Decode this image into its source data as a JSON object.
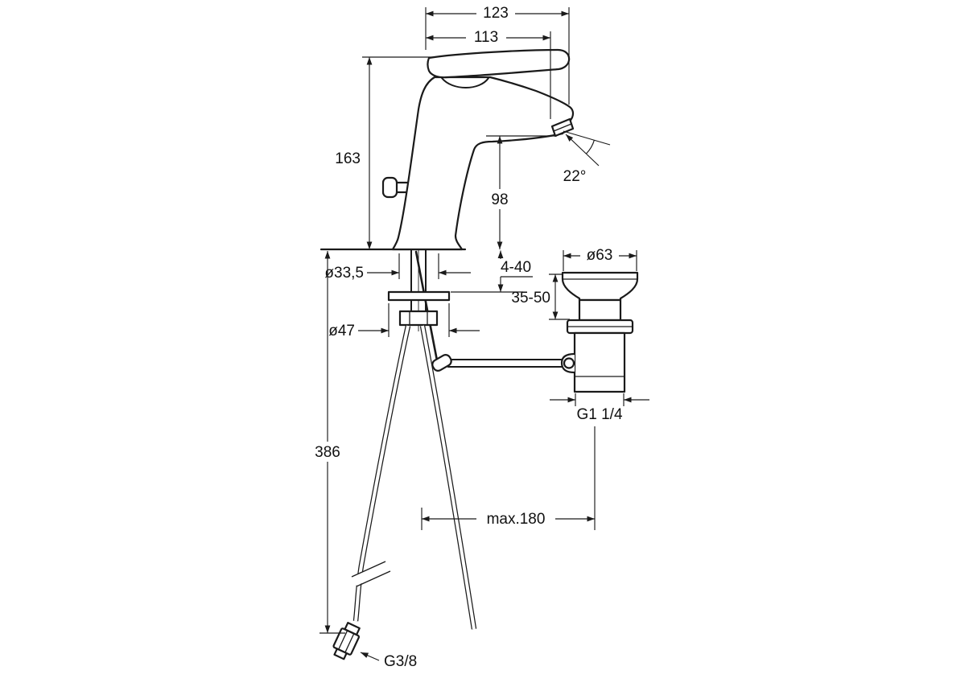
{
  "dims": {
    "projection_overall": "123",
    "projection_spout": "113",
    "height_total": "163",
    "height_outlet": "98",
    "angle_outlet": "22°",
    "dia_mounting_hole": "ø33,5",
    "deck_thickness_range": "4-40",
    "dia_escutcheon": "ø47",
    "dia_waste_flange": "ø63",
    "basin_thickness_range": "35-50",
    "thread_waste": "G1 1/4",
    "length_hose": "386",
    "reach_max": "max.180",
    "thread_hose": "G3/8"
  }
}
